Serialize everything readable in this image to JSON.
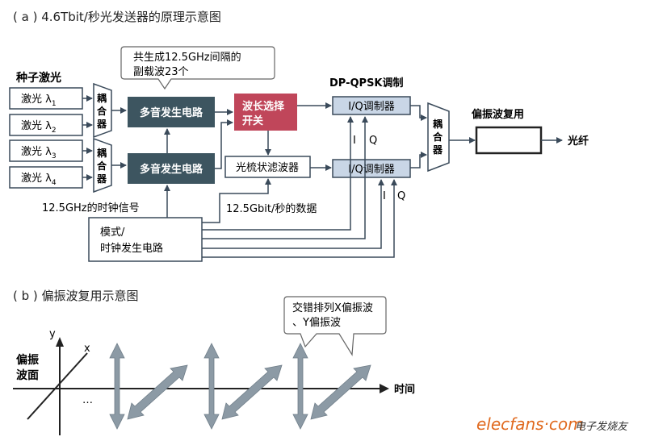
{
  "section_a": {
    "title": "( a ) 4.6Tbit/秒光发送器的原理示意图",
    "seed_lasers_label": "种子激光",
    "lasers": [
      {
        "main": "激光 λ",
        "sub": "1"
      },
      {
        "main": "激光 λ",
        "sub": "2"
      },
      {
        "main": "激光 λ",
        "sub": "3"
      },
      {
        "main": "激光 λ",
        "sub": "4"
      }
    ],
    "coupler_label": [
      "耦",
      "合",
      "器"
    ],
    "multitone_label": "多音发生电路",
    "callout": [
      "共生成12.5GHz间隔的",
      "副载波23个"
    ],
    "wavelength_switch": [
      "波长选择",
      "开关"
    ],
    "comb_filter": "光梳状滤波器",
    "dpqpsk_label": "DP-QPSK调制",
    "iq_modulator": "I/Q调制器",
    "i_label": "I",
    "q_label": "Q",
    "pol_mux_label": "偏振波复用",
    "fiber_label": "光纤",
    "clock_signal": "12.5GHz的时钟信号",
    "data_signal": "12.5Gbit/秒的数据",
    "pattern_box": [
      "模式/",
      "时钟发生电路"
    ]
  },
  "section_b": {
    "title": "( b ) 偏振波复用示意图",
    "y_axis": "y",
    "x_axis": "x",
    "plane_label": [
      "偏振",
      "波面"
    ],
    "time_label": "时间",
    "ellipsis": "…",
    "callout": [
      "交错排列X偏振波",
      "、Y偏振波"
    ]
  },
  "watermark": {
    "brand": "elecfans·com",
    "cn": "电子发烧友"
  },
  "colors": {
    "dark_box": "#3d5560",
    "switch_box": "#c0465a",
    "iq_fill": "#c9d6e6",
    "line": "#3a4a5a",
    "arrow_gray": "#8c9aa5"
  }
}
